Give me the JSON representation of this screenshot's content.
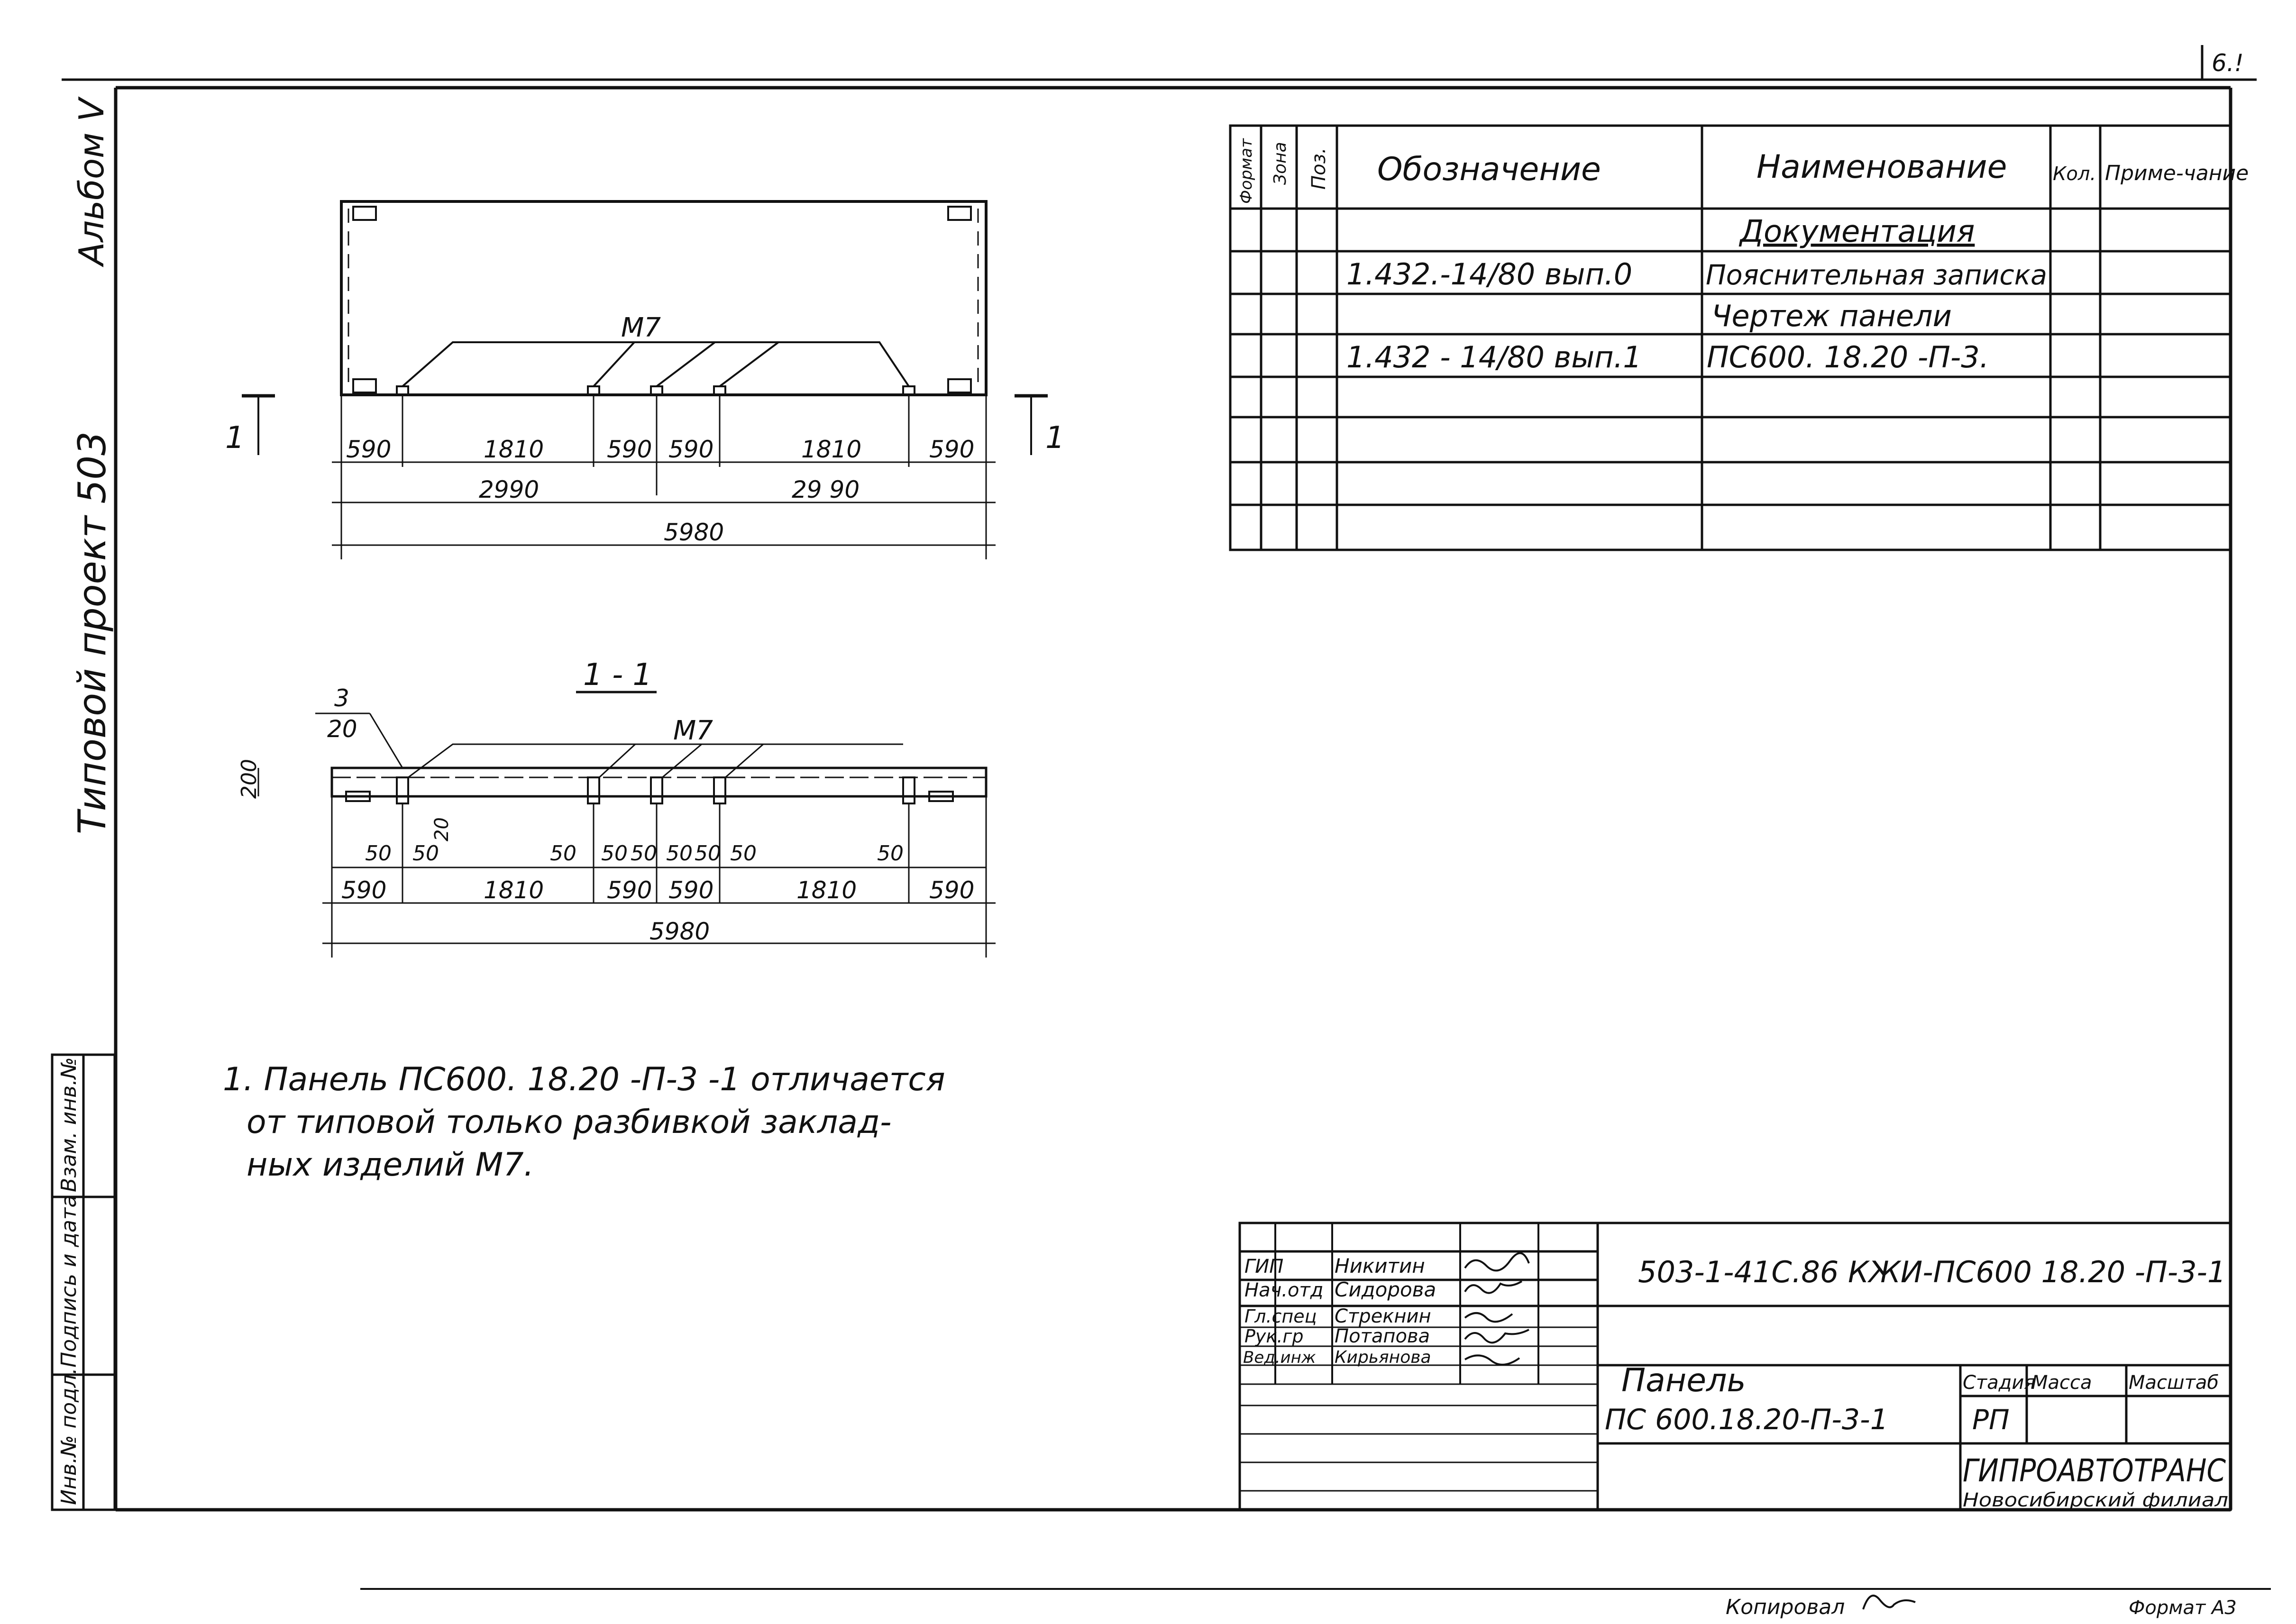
{
  "sheet_number": "6.!",
  "album": "Альбом V",
  "project": "Типовой проект 503",
  "side_stamp": [
    "Инв.№ подл.",
    "Подпись и дата",
    "Взам. инв.№"
  ],
  "plan": {
    "embed_label": "М7",
    "section_mark": "1",
    "dims_top": [
      "590",
      "1810",
      "590",
      "590",
      "1810",
      "590"
    ],
    "dims_half": [
      "2990",
      "29 90"
    ],
    "dim_total": "5980"
  },
  "section": {
    "title": "1 - 1",
    "leader_top": "3",
    "leader_bottom": "20",
    "embed_label": "М7",
    "height": "200",
    "small_dim": "20",
    "dims_fifty": [
      "50",
      "50",
      "50",
      "50",
      "50",
      "50",
      "50",
      "50",
      "50"
    ],
    "dims_bottom": [
      "590",
      "1810",
      "590",
      "590",
      "1810",
      "590"
    ],
    "dim_total": "5980"
  },
  "notes": [
    "1. Панель ПС600. 18.20 -П-3 -1  отличается",
    "от  типовой  только  разбивкой  заклад-",
    "ных  изделий  М7."
  ],
  "spec_table": {
    "headers": [
      "Формат",
      "Зона",
      "Поз.",
      "Обозначение",
      "Наименование",
      "Кол.",
      "Приме-чание"
    ],
    "rows": [
      {
        "designation": "",
        "name": "Документация"
      },
      {
        "designation": "1.432.-14/80  вып.0",
        "name": "Пояснительная записка"
      },
      {
        "designation": "",
        "name": "Чертеж  панели"
      },
      {
        "designation": "1.432 - 14/80  вып.1",
        "name": "ПС600. 18.20 -П-3."
      },
      {
        "designation": "",
        "name": ""
      },
      {
        "designation": "",
        "name": ""
      },
      {
        "designation": "",
        "name": ""
      },
      {
        "designation": "",
        "name": ""
      },
      {
        "designation": "",
        "name": ""
      }
    ]
  },
  "title_block": {
    "document_code": "503-1-41С.86 КЖИ-ПС600 18.20 -П-3-1",
    "signatures": [
      {
        "role": "ГИП",
        "name": "Никитин"
      },
      {
        "role": "Нач.отд",
        "name": "Сидорова"
      },
      {
        "role": "Гл.спец",
        "name": "Стрекнин"
      },
      {
        "role": "Рук.гр",
        "name": "Потапова"
      },
      {
        "role": "Вед.инж",
        "name": "Кирьянова"
      }
    ],
    "item_title": "Панель",
    "item_code": "ПС 600.18.20-П-3-1",
    "stage_header": "Стадия",
    "mass_header": "Масса",
    "scale_header": "Масштаб",
    "stage_value": "РП",
    "organization": "ГИПРОАВТОТРАНС",
    "branch": "Новосибирский филиал"
  },
  "footer": {
    "copied": "Копировал",
    "format": "Формат А3"
  }
}
